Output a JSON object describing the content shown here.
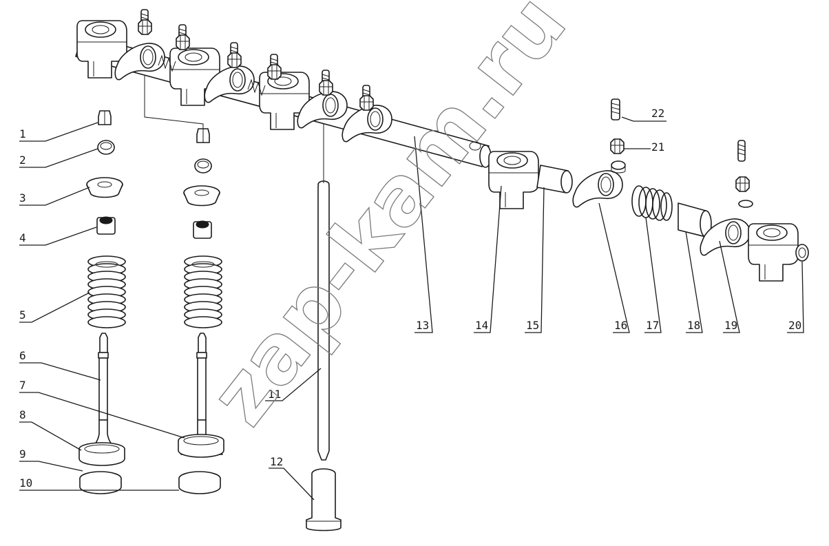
{
  "watermark": "zap-kam.ru",
  "labels": [
    "1",
    "2",
    "3",
    "4",
    "5",
    "6",
    "7",
    "8",
    "9",
    "10",
    "11",
    "12",
    "13",
    "14",
    "15",
    "16",
    "17",
    "18",
    "19",
    "20",
    "21",
    "22"
  ]
}
